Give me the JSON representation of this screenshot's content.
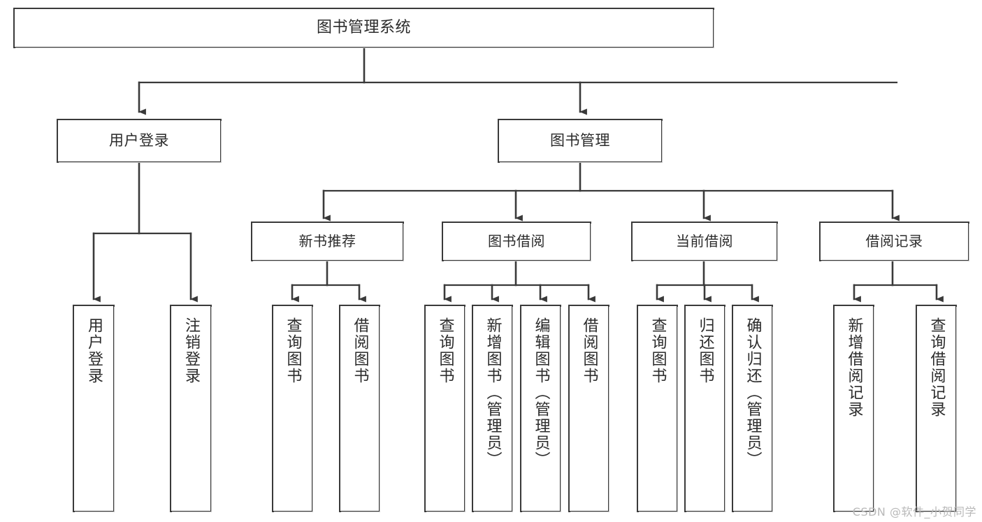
{
  "diagram": {
    "title": "图书管理系统",
    "type": "tree-hierarchy-chart",
    "colors": {
      "box_border": "#3a3a3a",
      "box_fill": "#ffffff",
      "connector": "#3a3a3a",
      "text": "#2b2b2b",
      "watermark": "#b9b9b9",
      "background": "#ffffff"
    },
    "root": {
      "label": "图书管理系统"
    },
    "level1": [
      {
        "id": "user-login",
        "label": "用户登录"
      },
      {
        "id": "book-manage",
        "label": "图书管理"
      }
    ],
    "level2": [
      {
        "id": "new-book-rec",
        "label": "新书推荐"
      },
      {
        "id": "book-borrow",
        "label": "图书借阅"
      },
      {
        "id": "current-borrow",
        "label": "当前借阅"
      },
      {
        "id": "borrow-record",
        "label": "借阅记录"
      }
    ],
    "leaves": {
      "user_login": [
        {
          "id": "leaf-user-login",
          "label": "用户登录"
        },
        {
          "id": "leaf-user-logout",
          "label": "注销登录"
        }
      ],
      "new_book_rec": [
        {
          "id": "leaf-query-book-1",
          "label": "查询图书"
        },
        {
          "id": "leaf-borrow-book-1",
          "label": "借阅图书"
        }
      ],
      "book_borrow": [
        {
          "id": "leaf-query-book-2",
          "label": "查询图书"
        },
        {
          "id": "leaf-add-book",
          "label": "新增图书（管理员）"
        },
        {
          "id": "leaf-edit-book",
          "label": "编辑图书（管理员）"
        },
        {
          "id": "leaf-borrow-book-2",
          "label": "借阅图书"
        }
      ],
      "current_borrow": [
        {
          "id": "leaf-query-book-3",
          "label": "查询图书"
        },
        {
          "id": "leaf-return-book",
          "label": "归还图书"
        },
        {
          "id": "leaf-confirm-return",
          "label": "确认归还（管理员）"
        }
      ],
      "borrow_record": [
        {
          "id": "leaf-add-record",
          "label": "新增借阅记录"
        },
        {
          "id": "leaf-query-record",
          "label": "查询借阅记录"
        }
      ]
    }
  },
  "watermark": {
    "text": "CSDN @软件_小贺同学"
  }
}
